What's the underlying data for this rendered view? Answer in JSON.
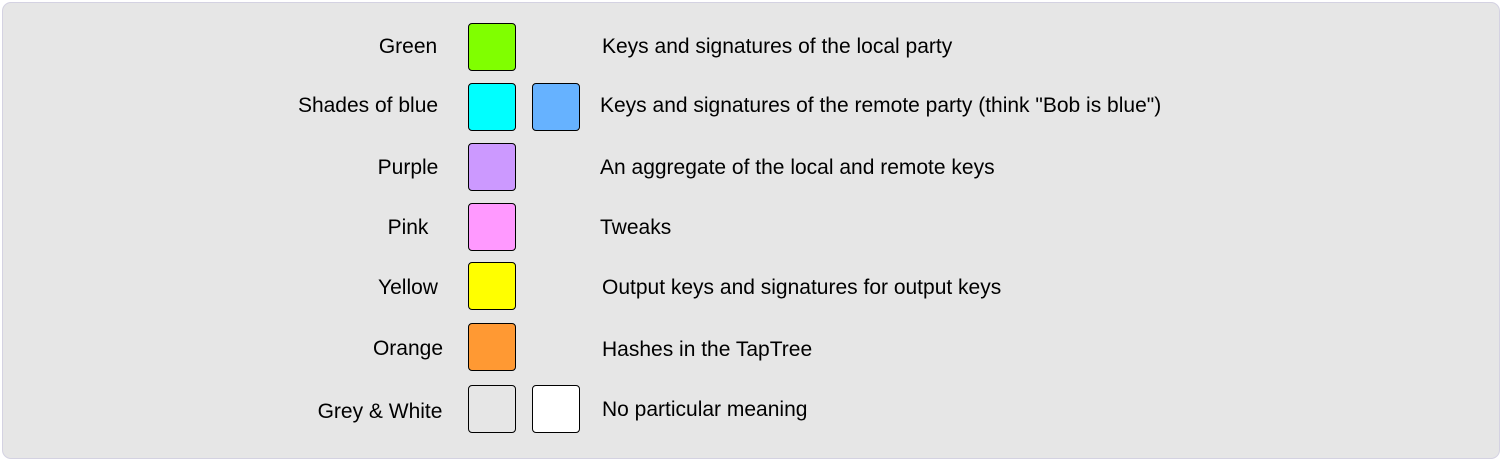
{
  "legend": {
    "rows": [
      {
        "name": "Green",
        "description": "Keys and signatures of the local party",
        "swatches": [
          {
            "color": "#80ff00"
          }
        ]
      },
      {
        "name": "Shades of blue",
        "description": "Keys and signatures of the remote party (think \"Bob is blue\")",
        "swatches": [
          {
            "color": "#00ffff"
          },
          {
            "color": "#66b2ff"
          }
        ]
      },
      {
        "name": "Purple",
        "description": "An aggregate of the local and remote keys",
        "swatches": [
          {
            "color": "#cc99ff"
          }
        ]
      },
      {
        "name": "Pink",
        "description": "Tweaks",
        "swatches": [
          {
            "color": "#ff99ff"
          }
        ]
      },
      {
        "name": "Yellow",
        "description": "Output keys and signatures for output keys",
        "swatches": [
          {
            "color": "#ffff00"
          }
        ]
      },
      {
        "name": "Orange",
        "description": "Hashes in the TapTree",
        "swatches": [
          {
            "color": "#ff9933"
          }
        ]
      },
      {
        "name": "Grey & White",
        "description": "No particular meaning",
        "swatches": [
          {
            "color": "#e6e6e6"
          },
          {
            "color": "#ffffff"
          }
        ]
      }
    ]
  }
}
